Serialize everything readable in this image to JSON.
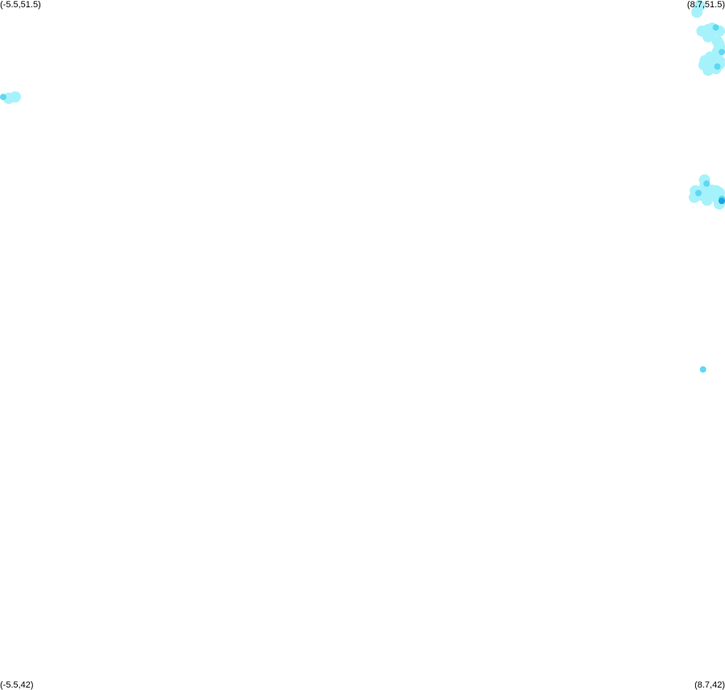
{
  "corner_labels": {
    "top_left": "(-5.5,51.5)",
    "top_right": "(8.7,51.5)",
    "bottom_left": "(-5.5,42)",
    "bottom_right": "(8.7,42)"
  },
  "extent": {
    "lon_min": -5.5,
    "lon_max": 8.7,
    "lat_min": 42,
    "lat_max": 51.5
  },
  "colors": {
    "background": "#ffffff",
    "light": "#a6f2fb",
    "medium": "#5fd8f3",
    "heavy": "#1aa6e0"
  },
  "precipitation_cells": [
    {
      "lon": 8.25,
      "lat": 51.07,
      "intensity": "light"
    },
    {
      "lon": 8.37,
      "lat": 51.09,
      "intensity": "light"
    },
    {
      "lon": 8.45,
      "lat": 51.11,
      "intensity": "light"
    },
    {
      "lon": 8.52,
      "lat": 51.12,
      "intensity": "medium"
    },
    {
      "lon": 8.62,
      "lat": 51.07,
      "intensity": "light"
    },
    {
      "lon": 8.4,
      "lat": 51.02,
      "intensity": "light"
    },
    {
      "lon": 8.37,
      "lat": 50.99,
      "intensity": "light"
    },
    {
      "lon": 8.55,
      "lat": 50.93,
      "intensity": "light"
    },
    {
      "lon": 8.58,
      "lat": 50.89,
      "intensity": "light"
    },
    {
      "lon": 8.6,
      "lat": 50.84,
      "intensity": "light"
    },
    {
      "lon": 8.62,
      "lat": 50.8,
      "intensity": "light"
    },
    {
      "lon": 8.67,
      "lat": 50.78,
      "intensity": "medium"
    },
    {
      "lon": 8.55,
      "lat": 50.78,
      "intensity": "light"
    },
    {
      "lon": 8.7,
      "lat": 50.86,
      "intensity": "light"
    },
    {
      "lon": 8.41,
      "lat": 50.71,
      "intensity": "light"
    },
    {
      "lon": 8.44,
      "lat": 50.67,
      "intensity": "light"
    },
    {
      "lon": 8.48,
      "lat": 50.65,
      "intensity": "light"
    },
    {
      "lon": 8.52,
      "lat": 50.66,
      "intensity": "light"
    },
    {
      "lon": 8.57,
      "lat": 50.64,
      "intensity": "light"
    },
    {
      "lon": 8.6,
      "lat": 50.61,
      "intensity": "light"
    },
    {
      "lon": 8.62,
      "lat": 50.66,
      "intensity": "light"
    },
    {
      "lon": 8.48,
      "lat": 50.6,
      "intensity": "light"
    },
    {
      "lon": 8.55,
      "lat": 50.58,
      "intensity": "medium"
    },
    {
      "lon": 8.31,
      "lat": 50.66,
      "intensity": "light"
    },
    {
      "lon": 8.29,
      "lat": 50.6,
      "intensity": "light"
    },
    {
      "lon": 8.33,
      "lat": 50.62,
      "intensity": "light"
    },
    {
      "lon": 8.37,
      "lat": 50.53,
      "intensity": "light"
    },
    {
      "lon": 8.52,
      "lat": 50.55,
      "intensity": "light"
    },
    {
      "lon": 8.3,
      "lat": 49.01,
      "intensity": "light"
    },
    {
      "lon": 8.34,
      "lat": 48.96,
      "intensity": "medium"
    },
    {
      "lon": 8.3,
      "lat": 48.91,
      "intensity": "light"
    },
    {
      "lon": 8.12,
      "lat": 48.86,
      "intensity": "light"
    },
    {
      "lon": 8.18,
      "lat": 48.83,
      "intensity": "medium"
    },
    {
      "lon": 8.23,
      "lat": 48.8,
      "intensity": "light"
    },
    {
      "lon": 8.1,
      "lat": 48.77,
      "intensity": "light"
    },
    {
      "lon": 8.34,
      "lat": 48.8,
      "intensity": "light"
    },
    {
      "lon": 8.43,
      "lat": 48.87,
      "intensity": "light"
    },
    {
      "lon": 8.47,
      "lat": 48.82,
      "intensity": "light"
    },
    {
      "lon": 8.53,
      "lat": 48.86,
      "intensity": "light"
    },
    {
      "lon": 8.58,
      "lat": 48.84,
      "intensity": "light"
    },
    {
      "lon": 8.65,
      "lat": 48.83,
      "intensity": "light"
    },
    {
      "lon": 8.55,
      "lat": 48.76,
      "intensity": "light"
    },
    {
      "lon": 8.6,
      "lat": 48.72,
      "intensity": "light"
    },
    {
      "lon": 8.64,
      "lat": 48.75,
      "intensity": "medium"
    },
    {
      "lon": 8.62,
      "lat": 48.68,
      "intensity": "light"
    },
    {
      "lon": 8.68,
      "lat": 48.68,
      "intensity": "light"
    },
    {
      "lon": 8.7,
      "lat": 48.74,
      "intensity": "medium"
    },
    {
      "lon": 8.72,
      "lat": 48.72,
      "intensity": "light"
    },
    {
      "lon": 8.84,
      "lat": 48.72,
      "intensity": "heavy"
    },
    {
      "lon": 8.8,
      "lat": 48.7,
      "intensity": "light"
    },
    {
      "lon": 8.84,
      "lat": 48.76,
      "intensity": "light"
    },
    {
      "lon": 8.74,
      "lat": 48.77,
      "intensity": "light"
    },
    {
      "lon": 8.35,
      "lat": 48.73,
      "intensity": "light"
    },
    {
      "lon": 8.27,
      "lat": 46.39,
      "intensity": "medium"
    },
    {
      "lon": -5.5,
      "lat": 50.16,
      "intensity": "medium"
    },
    {
      "lon": -5.33,
      "lat": 50.14,
      "intensity": "light"
    },
    {
      "lon": -5.2,
      "lat": 50.16,
      "intensity": "light"
    },
    {
      "lon": 8.2,
      "lat": 51.42,
      "intensity": "light"
    },
    {
      "lon": 8.15,
      "lat": 51.33,
      "intensity": "light"
    }
  ]
}
